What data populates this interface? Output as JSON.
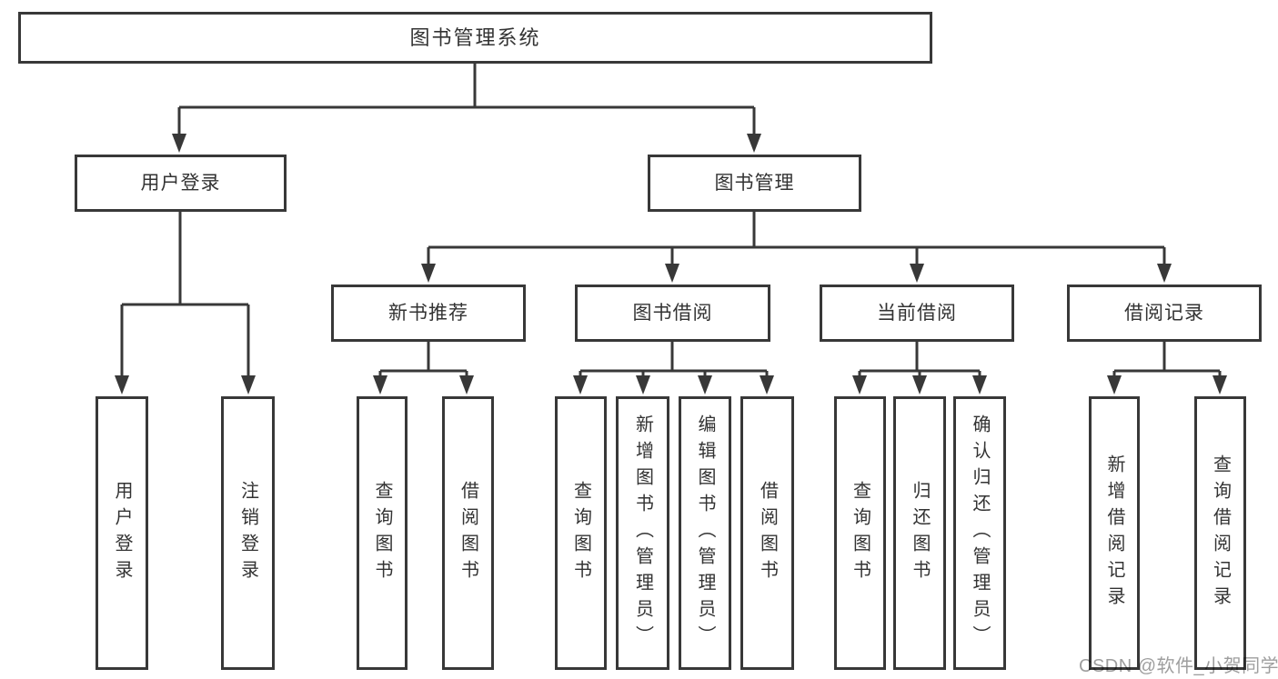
{
  "diagram": {
    "nodes": {
      "root": "图书管理系统",
      "user_login": "用户登录",
      "book_management": "图书管理",
      "new_book_recommend": "新书推荐",
      "book_borrow": "图书借阅",
      "current_borrow": "当前借阅",
      "borrow_record": "借阅记录",
      "leaf_user_login": "用户登录",
      "leaf_logout": "注销登录",
      "leaf_rec_query_book": "查询图书",
      "leaf_rec_borrow_book": "借阅图书",
      "leaf_bb_query_book": "查询图书",
      "leaf_bb_add_book": "新增图书（管理员）",
      "leaf_bb_edit_book": "编辑图书（管理员）",
      "leaf_bb_borrow_book": "借阅图书",
      "leaf_cb_query_book": "查询图书",
      "leaf_cb_return_book": "归还图书",
      "leaf_cb_confirm_return": "确认归还（管理员）",
      "leaf_br_add_record": "新增借阅记录",
      "leaf_br_query_record": "查询借阅记录"
    }
  },
  "watermark": {
    "text": "CSDN @软件_小贺同学"
  },
  "colors": {
    "line": "#383838",
    "box_border": "#383838",
    "text": "#333333",
    "watermark": "#9e9e9e",
    "background": "#ffffff"
  }
}
